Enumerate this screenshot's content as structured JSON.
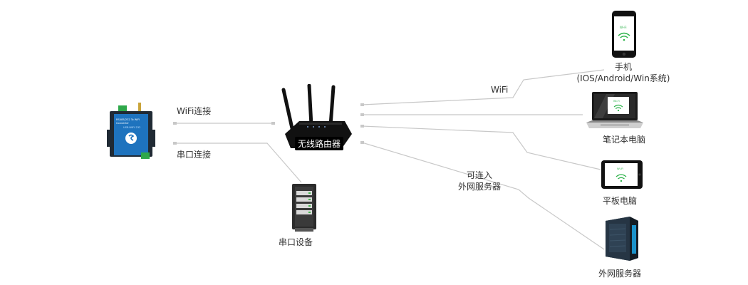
{
  "labels": {
    "wifi_link": "WiFi连接",
    "serial_link": "串口连接",
    "router": "无线路由器",
    "serial_device": "串口设备",
    "wifi": "WiFi",
    "phone_name": "手机",
    "phone_os": "(IOS/Android/Win系统)",
    "laptop": "笔记本电脑",
    "tablet": "平板电脑",
    "internet_line1": "可连入",
    "internet_line2": "外网服务器",
    "server": "外网服务器"
  },
  "screen_text": {
    "phone": "Wi-Fi",
    "laptop": "Wi-Fi",
    "tablet": "Wi-Fi"
  },
  "converter_text": {
    "line1": "RS485/232 To WiFi",
    "line2": "Converter",
    "line3": "USR-WIFI-232"
  },
  "colors": {
    "line": "#c8c8c8",
    "wifi_green": "#2db34a",
    "converter_blue": "#1e73be",
    "terminal_green": "#2ea84a"
  }
}
